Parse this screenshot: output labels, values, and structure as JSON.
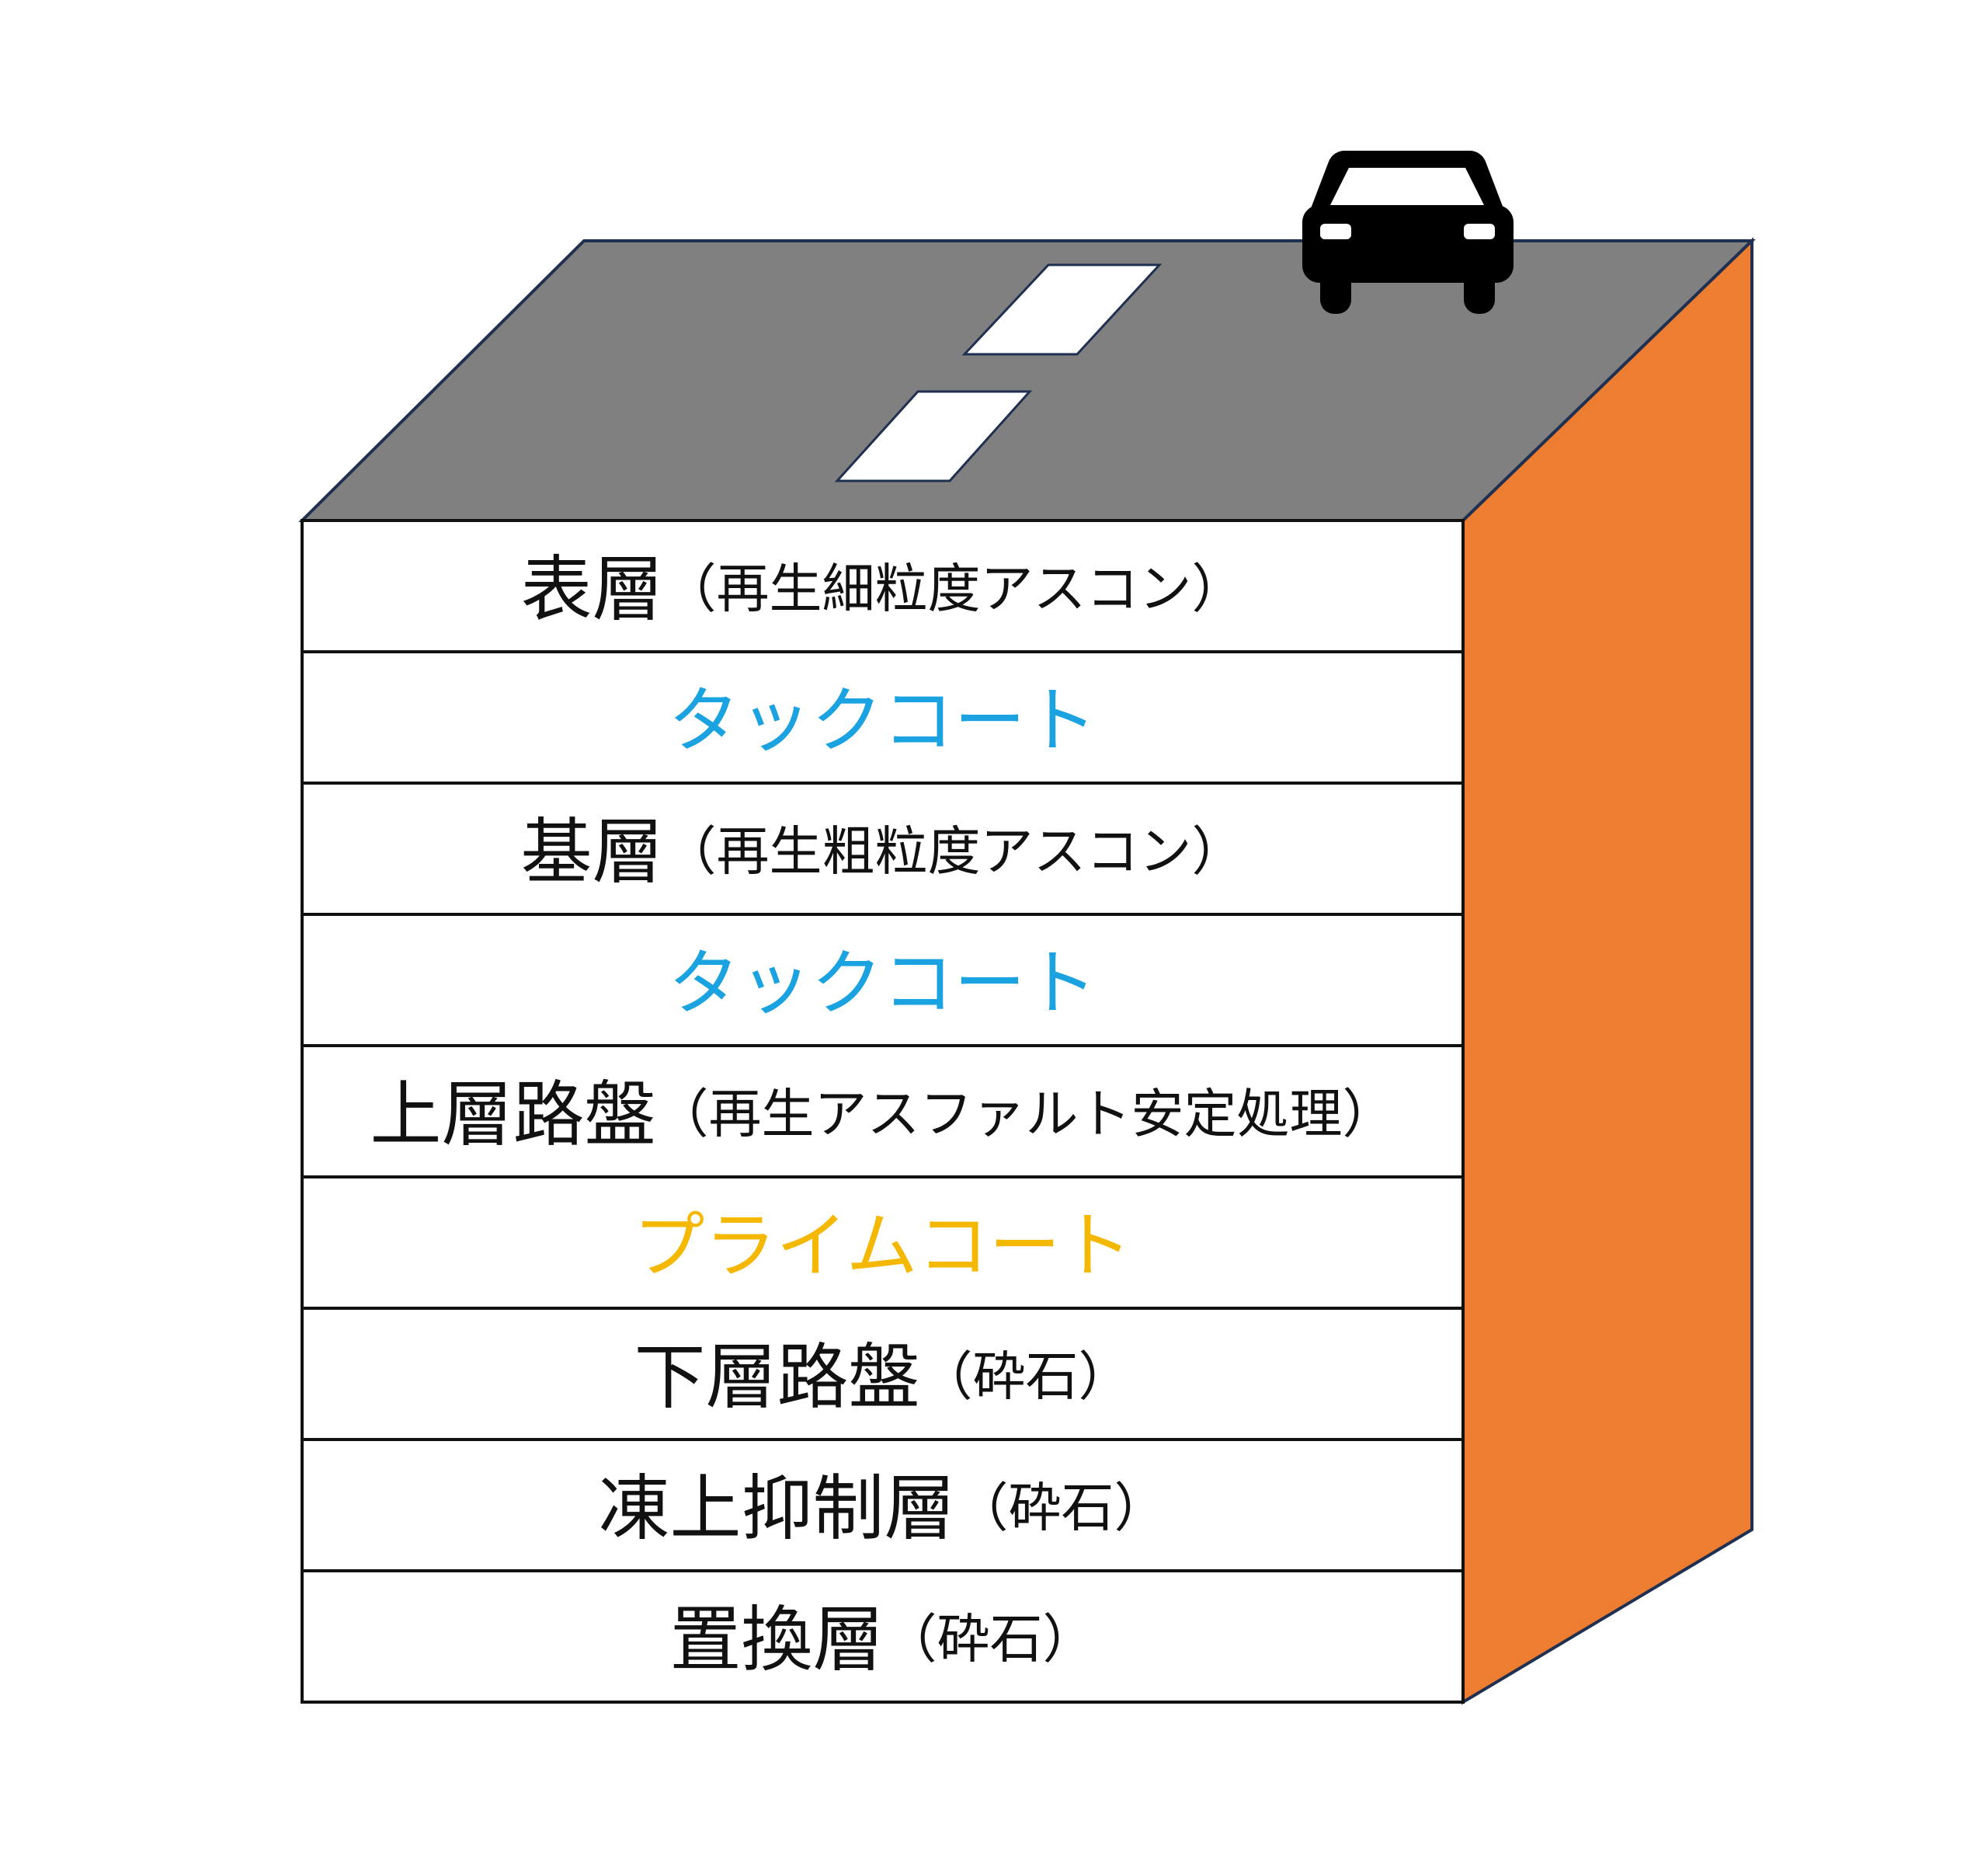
{
  "colors": {
    "road": "#808080",
    "side": "#ED7D31",
    "outline": "#1F3050",
    "tack": "#1AA3E0",
    "prime": "#F5B800",
    "text": "#111111"
  },
  "icons": {
    "vehicle": "car-icon"
  },
  "layers": [
    {
      "main": "表層",
      "sub": "（再生細粒度アスコン）",
      "kind": "text"
    },
    {
      "main": "タックコート",
      "sub": "",
      "kind": "tack"
    },
    {
      "main": "基層",
      "sub": "（再生粗粒度アスコン）",
      "kind": "text"
    },
    {
      "main": "タックコート",
      "sub": "",
      "kind": "tack"
    },
    {
      "main": "上層路盤",
      "sub": "（再生アスファルト安定処理）",
      "kind": "text"
    },
    {
      "main": "プライムコート",
      "sub": "",
      "kind": "prime"
    },
    {
      "main": "下層路盤",
      "sub": "（砕石）",
      "kind": "text"
    },
    {
      "main": "凍上抑制層",
      "sub": "（砕石）",
      "kind": "text"
    },
    {
      "main": "置換層",
      "sub": "（砕石）",
      "kind": "text"
    }
  ]
}
